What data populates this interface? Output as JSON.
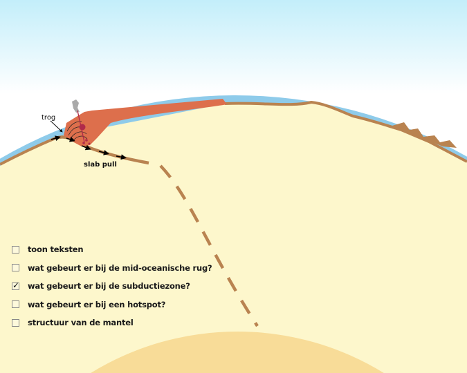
{
  "labels": {
    "trough": "trog",
    "slab_pull": "slab pull"
  },
  "options": [
    {
      "label": "toon teksten",
      "checked": false
    },
    {
      "label": "wat gebeurt er bij de mid-oceanische rug?",
      "checked": false
    },
    {
      "label": "wat gebeurt er bij de subductiezone?",
      "checked": true
    },
    {
      "label": "wat gebeurt er bij een hotspot?",
      "checked": false
    },
    {
      "label": "structuur van de mantel",
      "checked": false
    }
  ],
  "colors": {
    "ocean": "#8ecbea",
    "crust": "#b98350",
    "mantle": "#fdf7cc",
    "core": "#f8dc98",
    "continent": "#dd6f4c",
    "magma": "#b02a4a"
  }
}
